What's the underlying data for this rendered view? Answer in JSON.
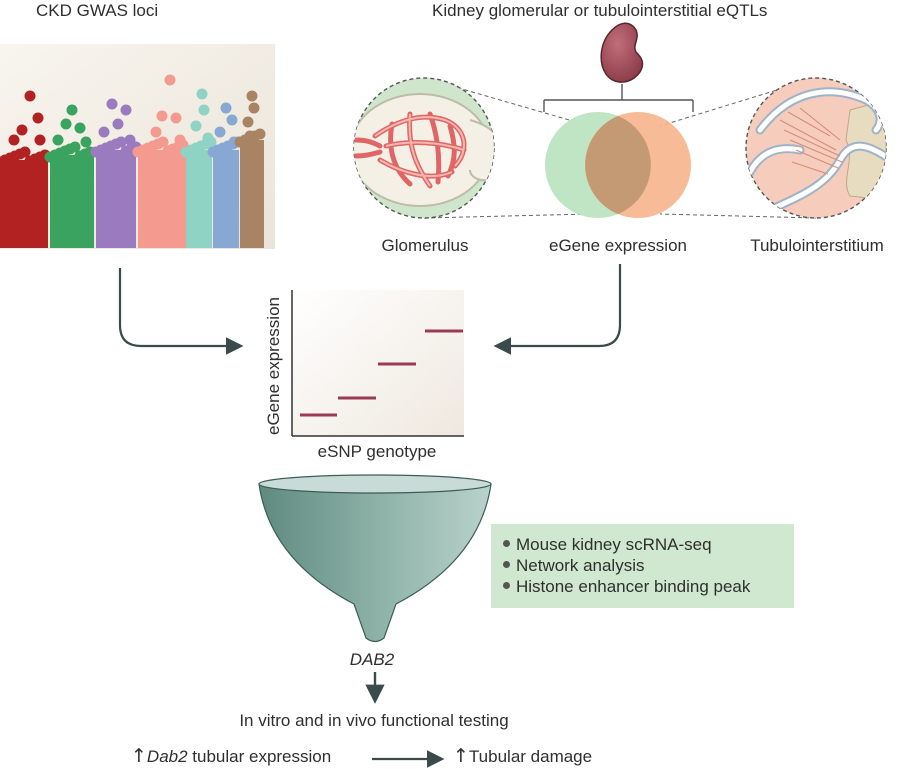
{
  "labels": {
    "gwas_title": "CKD GWAS loci",
    "eqtl_title": "Kidney glomerular or tubulointerstitial eQTLs",
    "glomerulus": "Glomerulus",
    "egene_expression": "eGene expression",
    "tubulointerstitium": "Tubulointerstitium",
    "plot_ylabel": "eGene expression",
    "plot_xlabel": "eSNP genotype",
    "gene": "DAB2",
    "functional_testing": "In vitro and in vivo functional testing",
    "outcome_left_gene": "Dab2",
    "outcome_left_rest": " tubular expression",
    "outcome_right": "Tubular damage",
    "up_arrow": "↑"
  },
  "bullets": [
    "Mouse kidney scRNA-seq",
    "Network analysis",
    "Histone enhancer binding peak"
  ],
  "colors": {
    "manhattan": [
      "#b22222",
      "#3aa35f",
      "#9b7bc0",
      "#f59a8e",
      "#8fd3c4",
      "#88a8d4",
      "#a98464"
    ],
    "venn_left": "#bfe5c4",
    "venn_right": "#f6b58e",
    "kidney": "#a3505c",
    "plot_lines": "#9c3a55",
    "funnel": "#7aa096",
    "bullet_box": "#cfe8cf",
    "arrows": "#3b4a4a"
  },
  "icons": {
    "kidney": "kidney-icon",
    "glomerulus": "glomerulus-illustration",
    "tubule": "tubule-illustration",
    "funnel": "funnel-icon"
  }
}
